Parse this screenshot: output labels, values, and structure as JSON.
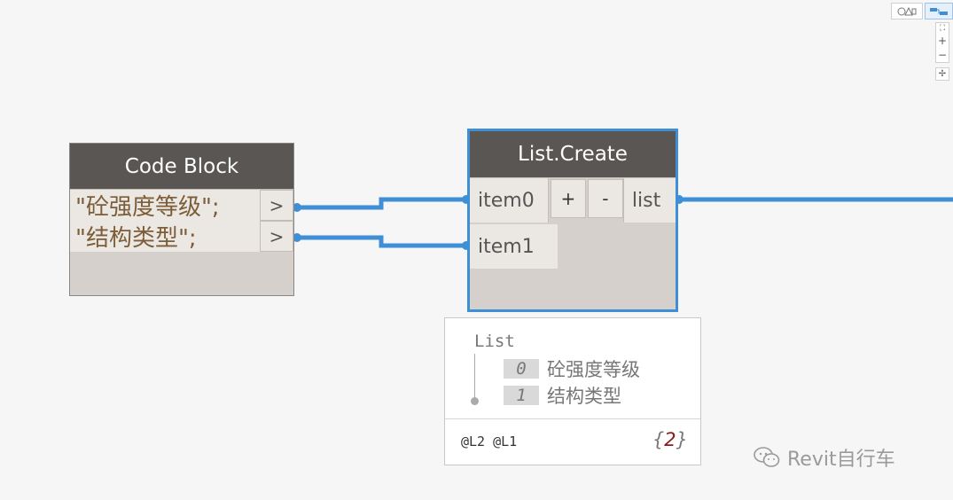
{
  "code_block": {
    "title": "Code Block",
    "lines": [
      "\"砼强度等级\";",
      "\"结构类型\";"
    ],
    "out_port_glyph": ">"
  },
  "list_create": {
    "title": "List.Create",
    "inputs": [
      "item0",
      "item1"
    ],
    "add_label": "+",
    "remove_label": "-",
    "output": "list"
  },
  "preview": {
    "root_label": "List",
    "items": [
      {
        "index": "0",
        "value": "砼强度等级"
      },
      {
        "index": "1",
        "value": "结构类型"
      }
    ],
    "levels": "@L2 @L1",
    "count": "2",
    "count_open": "{",
    "count_close": "}"
  },
  "nav": {
    "zoom_in": "+",
    "zoom_out": "−",
    "fit": "⛶",
    "pan": "✢"
  },
  "watermark": {
    "text": "Revit自行车"
  },
  "colors": {
    "wire": "#3f8fd6",
    "node_header": "#595654",
    "node_body": "#d5d0cb",
    "code_text": "#7d5d38",
    "count_number": "#8b1a1a"
  }
}
